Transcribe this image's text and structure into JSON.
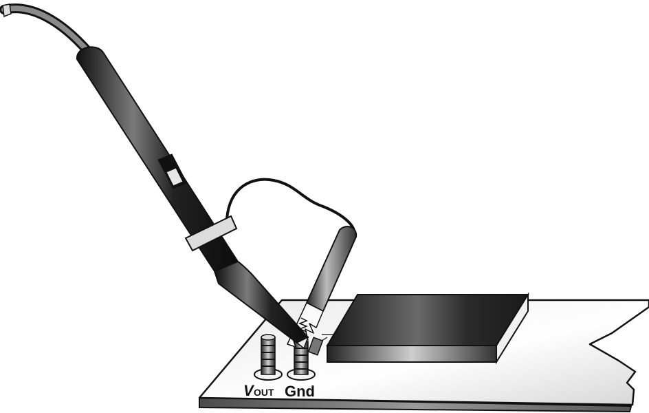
{
  "labels": {
    "vout_main": "V",
    "vout_sub": "OUT",
    "gnd": "Gnd"
  },
  "icons": {
    "probe": "oscilloscope-probe-icon",
    "ground_clip": "ground-clip-icon",
    "board": "circuit-board-icon",
    "chip": "chip-icon",
    "vout_pin": "test-pin-icon",
    "gnd_pin": "test-pin-icon"
  },
  "colors": {
    "outline": "#111111",
    "board_light": "#f2f2f2",
    "board_dark": "#9a9a9a",
    "probe_dark": "#1e1e1e",
    "probe_mid": "#6a6a6a",
    "background": "#ffffff"
  }
}
